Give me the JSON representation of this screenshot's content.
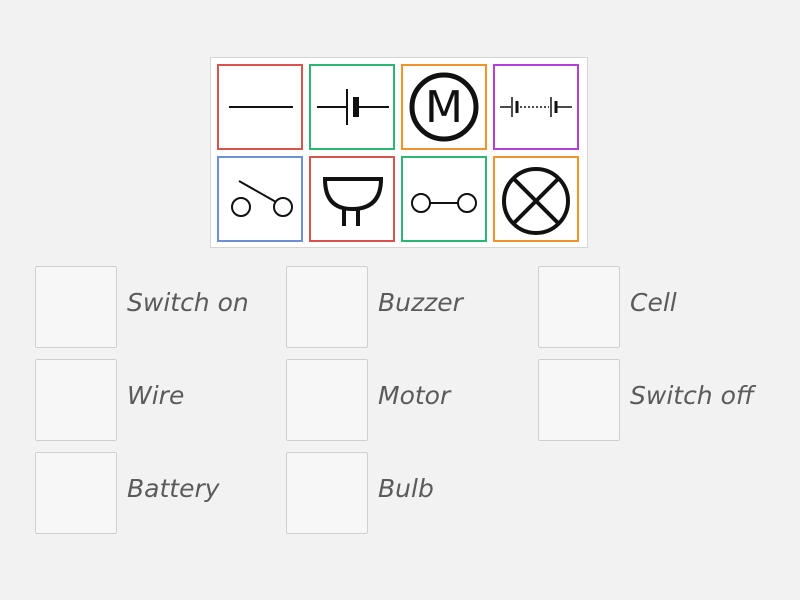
{
  "symbols": [
    {
      "id": "wire",
      "icon": "wire-icon",
      "border": "#d9534f"
    },
    {
      "id": "cell",
      "icon": "cell-icon",
      "border": "#2bb673"
    },
    {
      "id": "motor",
      "icon": "motor-icon",
      "letter": "M",
      "border": "#f0932b"
    },
    {
      "id": "battery",
      "icon": "battery-icon",
      "border": "#b23fd6"
    },
    {
      "id": "switch-off",
      "icon": "open-switch-icon",
      "border": "#6c8fd6"
    },
    {
      "id": "buzzer",
      "icon": "buzzer-icon",
      "border": "#d9534f"
    },
    {
      "id": "switch-on",
      "icon": "closed-switch-icon",
      "border": "#2bb673"
    },
    {
      "id": "bulb",
      "icon": "bulb-icon",
      "border": "#f0932b"
    }
  ],
  "targets": [
    {
      "label": "Switch on"
    },
    {
      "label": "Buzzer"
    },
    {
      "label": "Cell"
    },
    {
      "label": "Wire"
    },
    {
      "label": "Motor"
    },
    {
      "label": "Switch off"
    },
    {
      "label": "Battery"
    },
    {
      "label": "Bulb"
    }
  ]
}
